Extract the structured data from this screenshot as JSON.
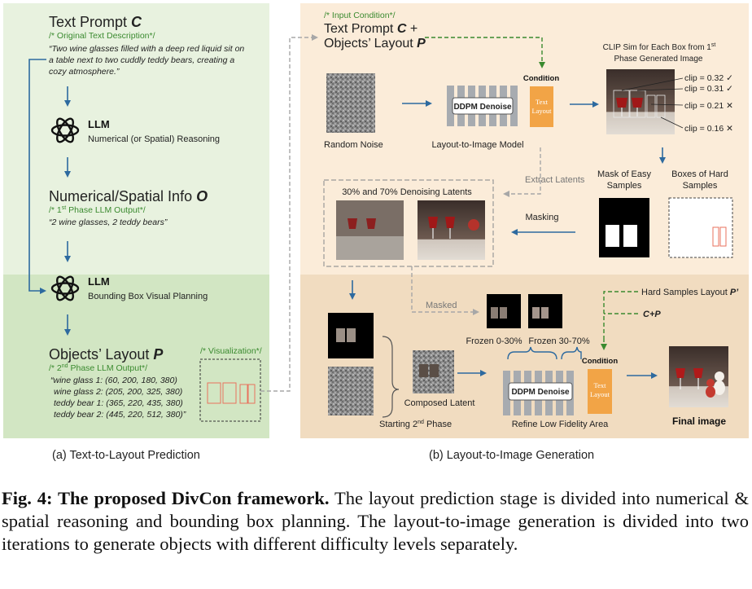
{
  "panel_a": {
    "text_prompt_title": "Text Prompt",
    "text_prompt_symbol": "C",
    "original_comment": "/* Original Text Description*/",
    "prompt_lines": [
      "“Two wine glasses filled with a deep red liquid sit on",
      "a table next to two cuddly teddy bears, creating a",
      "cozy atmosphere.”"
    ],
    "llm_label": "LLM",
    "llm1_subtitle": "Numerical (or Spatial) Reasoning",
    "numerical_title": "Numerical/Spatial Info",
    "numerical_symbol": "O",
    "phase1_comment_pre": "/* 1",
    "phase1_comment_sup": "st",
    "phase1_comment_post": " Phase LLM Output*/",
    "numerical_value": "“2 wine glasses, 2 teddy bears”",
    "llm2_subtitle": "Bounding Box Visual Planning",
    "layout_title": "Objects’ Layout",
    "layout_symbol": "P",
    "phase2_comment_pre": "/* 2",
    "phase2_comment_sup": "nd",
    "phase2_comment_post": " Phase LLM Output*/",
    "layout_lines": [
      "“wine glass 1: (60, 200, 180, 380)",
      "wine glass 2: (205, 200, 325, 380)",
      "teddy bear 1: (365, 220, 435, 380)",
      "teddy bear 2: (445, 220, 512, 380)”"
    ],
    "visualization_comment": "/* Visualization*/",
    "label": "(a) Text-to-Layout Prediction"
  },
  "panel_b": {
    "input_comment": "/* Input Condition*/",
    "input_line1": "Text Prompt",
    "input_line1_symbol": "C",
    "input_line1_plus": "+",
    "input_line2": "Objects’ Layout",
    "input_line2_symbol": "P",
    "random_noise": "Random Noise",
    "condition": "Condition",
    "ddpm_denoise": "DDPM Denoise",
    "text_layout_1": "Text",
    "text_layout_2": "Layout",
    "layout_to_image_model": "Layout-to-Image Model",
    "clip_title_1_pre": "CLIP Sim for Each Box from 1",
    "clip_title_1_sup": "st",
    "clip_title_2": "Phase Generated Image",
    "clip_values": [
      "clip = 0.32 ✓",
      "clip = 0.31 ✓",
      "clip = 0.21 ✕",
      "clip = 0.16 ✕"
    ],
    "extract_latents": "Extract Latents",
    "denoising_latents": "30% and 70% Denoising Latents",
    "mask_easy_1": "Mask of Easy",
    "mask_easy_2": "Samples",
    "boxes_hard_1": "Boxes of Hard",
    "boxes_hard_2": "Samples",
    "masking": "Masking",
    "masked": "Masked",
    "hard_layout": "Hard Samples Layout",
    "hard_layout_symbol": "P’",
    "c_plus_p": "C+P",
    "frozen_0_30": "Frozen 0-30%",
    "frozen_30_70": "Frozen 30-70%",
    "composed_latent": "Composed Latent",
    "starting_pre": "Starting 2",
    "starting_sup": "nd",
    "starting_post": " Phase",
    "refine": "Refine Low Fidelity Area",
    "final_image": "Final image",
    "label": "(b) Layout-to-Image Generation"
  },
  "caption": {
    "lead": "Fig. 4: The proposed DivCon framework.",
    "body": " The layout prediction stage is divided into numerical & spatial reasoning and bounding box planning. The layout-to-image generation is divided into two iterations to generate objects with different difficulty levels separately."
  },
  "colors": {
    "panel_a_top": "#e8f2df",
    "panel_a_bottom": "#d2e6c3",
    "panel_b_top": "#fbecd9",
    "panel_b_bottom": "#f1dcc0",
    "arrow_blue": "#2d6a9f",
    "comment_green": "#3a8a2f",
    "condition_orange": "#f2a446",
    "box_red": "#e8725e"
  }
}
